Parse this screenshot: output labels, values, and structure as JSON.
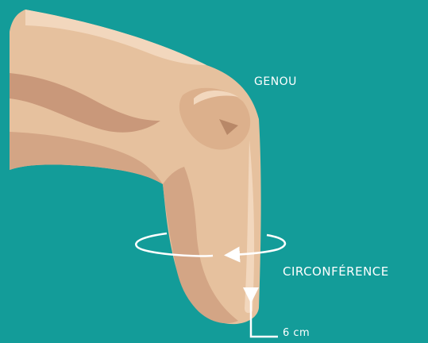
{
  "labels": {
    "knee": "GENOU",
    "circumference": "CIRCONFÉRENCE",
    "distance": "6 cm"
  },
  "colors": {
    "background": "#139c99",
    "skin_light": "#e6c19e",
    "skin_mid": "#dcb08c",
    "skin_shadow": "#c9987a",
    "skin_highlight": "#f2d7bd",
    "annotation": "#ffffff"
  }
}
